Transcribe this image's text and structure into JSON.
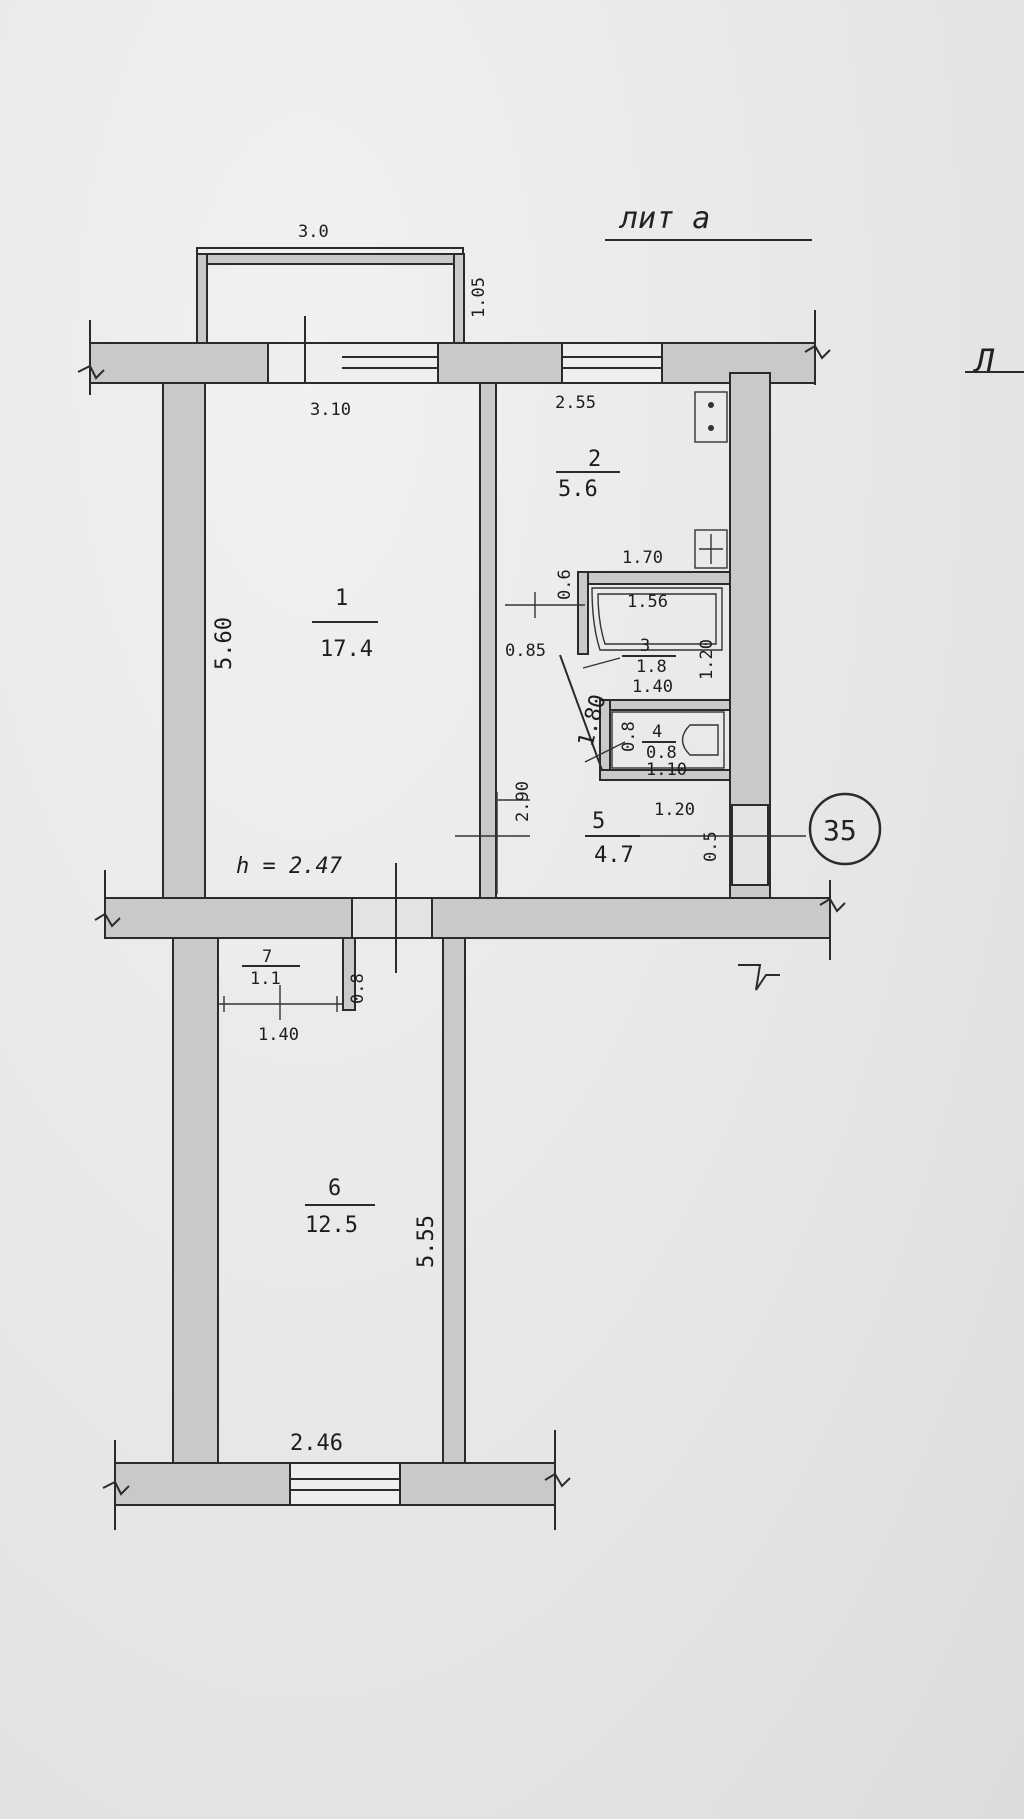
{
  "title": "лит а",
  "title_right": "Л",
  "marker": "35",
  "height_note": "h = 2.47",
  "balcony": {
    "width": "3.0",
    "depth": "1.05"
  },
  "rooms": [
    {
      "number": "1",
      "area": "17.4"
    },
    {
      "number": "2",
      "area": "5.6"
    },
    {
      "number": "3",
      "area": "1.8"
    },
    {
      "number": "4",
      "area": "0.8"
    },
    {
      "number": "5",
      "area": "4.7"
    },
    {
      "number": "6",
      "area": "12.5"
    },
    {
      "number": "7",
      "area": "1.1"
    }
  ],
  "dimensions": {
    "room1_width": "3.10",
    "room1_length": "5.60",
    "room2_width": "2.55",
    "kitchen_unit": "1.70",
    "bath_length": "1.56",
    "bath_width": "1.20",
    "room3_width": "1.40",
    "wc_width": "1.10",
    "small_a": "0.6",
    "small_b": "0.85",
    "hall_diag": "1.80",
    "wc_depth": "0.8",
    "hall_length": "2.90",
    "hall_width": "1.20",
    "hall_small": "0.5",
    "closet_width": "1.40",
    "closet_depth": "0.8",
    "room6_length": "5.55",
    "room6_width": "2.46"
  },
  "colors": {
    "paper": "#e9e9ea",
    "wall_fill": "#c9c9cb",
    "ink": "#222222"
  }
}
